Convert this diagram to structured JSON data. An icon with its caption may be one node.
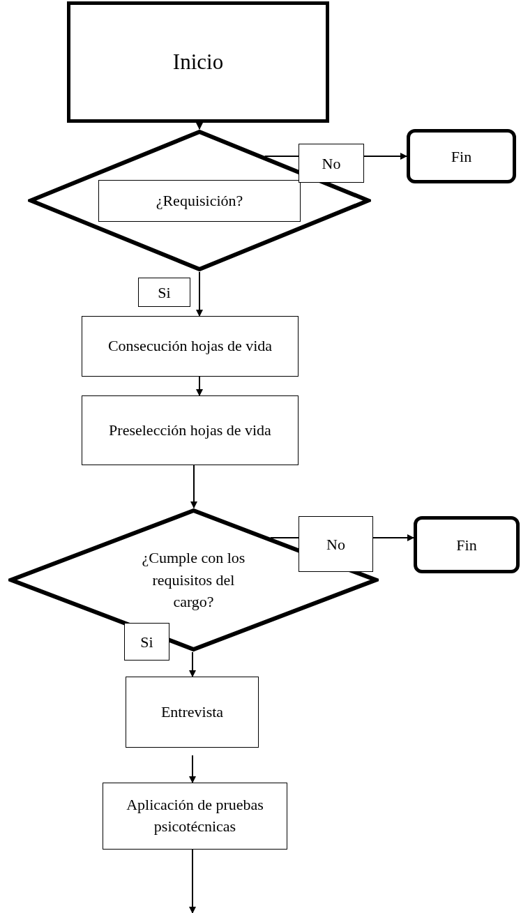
{
  "diagram": {
    "nodes": [
      {
        "text": [
          "Inicio"
        ]
      },
      {
        "text": [
          "¿Requisición?"
        ]
      },
      {
        "text": [
          "Fin"
        ]
      },
      {
        "text": [
          "Consecución hojas de vida"
        ]
      },
      {
        "text": [
          "Preselección hojas de vida"
        ]
      },
      {
        "text": [
          "¿Cumple con los requisitos del cargo?"
        ]
      },
      {
        "text": [
          "Fin"
        ]
      },
      {
        "text": [
          "Entrevista"
        ]
      },
      {
        "text": [
          "Aplicación de pruebas psicotécnicas"
        ]
      }
    ],
    "edges": [
      {
        "from": 0,
        "to": 1,
        "arrow": "to"
      },
      {
        "from": 1,
        "to": 2,
        "arrow": "to",
        "label": "No"
      },
      {
        "from": 1,
        "to": 3,
        "arrow": "to",
        "label": "Si"
      },
      {
        "from": 3,
        "to": 4,
        "arrow": "to"
      },
      {
        "from": 4,
        "to": 5,
        "arrow": "to"
      },
      {
        "from": 5,
        "to": 6,
        "arrow": "to",
        "label": "No"
      },
      {
        "from": 5,
        "to": 7,
        "arrow": "to",
        "label": "Si"
      },
      {
        "from": 7,
        "to": 8,
        "arrow": "to"
      },
      {
        "from": 8,
        "to": null,
        "arrow": "to"
      }
    ]
  }
}
